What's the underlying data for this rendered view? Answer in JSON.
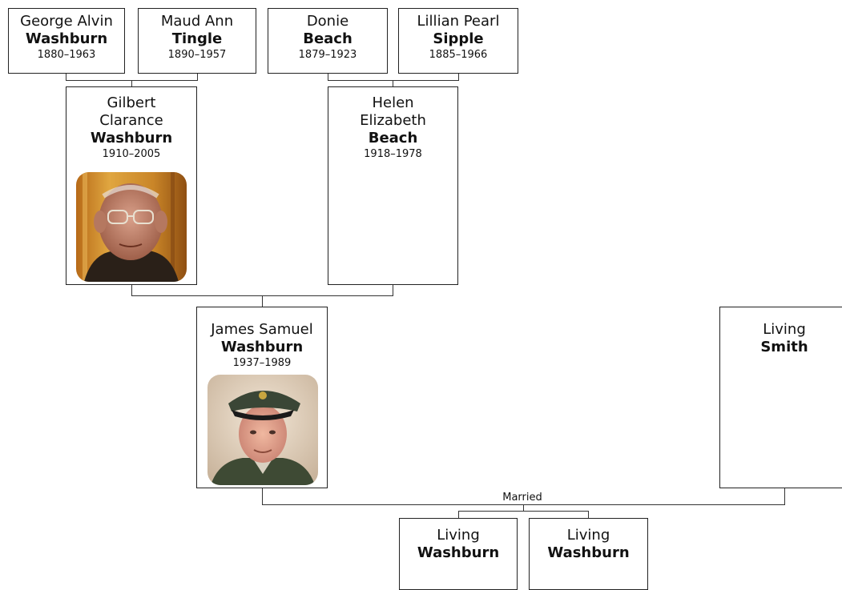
{
  "people": {
    "george": {
      "first": "George Alvin",
      "last": "Washburn",
      "dates": "1880–1963"
    },
    "maud": {
      "first": "Maud Ann",
      "last": "Tingle",
      "dates": "1890–1957"
    },
    "donie": {
      "first": "Donie",
      "last": "Beach",
      "dates": "1879–1923"
    },
    "lillian": {
      "first": "Lillian Pearl",
      "last": "Sipple",
      "dates": "1885–1966"
    },
    "gilbert": {
      "first1": "Gilbert",
      "first2": "Clarance",
      "last": "Washburn",
      "dates": "1910–2005"
    },
    "helen": {
      "first1": "Helen",
      "first2": "Elizabeth",
      "last": "Beach",
      "dates": "1918–1978"
    },
    "james": {
      "first": "James Samuel",
      "last": "Washburn",
      "dates": "1937–1989"
    },
    "spouse": {
      "first": "Living",
      "last": "Smith"
    },
    "child1": {
      "first": "Living",
      "last": "Washburn"
    },
    "child2": {
      "first": "Living",
      "last": "Washburn"
    }
  },
  "union_label": "Married",
  "colors": {
    "border": "#222222",
    "line": "#333333",
    "background": "#ffffff"
  }
}
